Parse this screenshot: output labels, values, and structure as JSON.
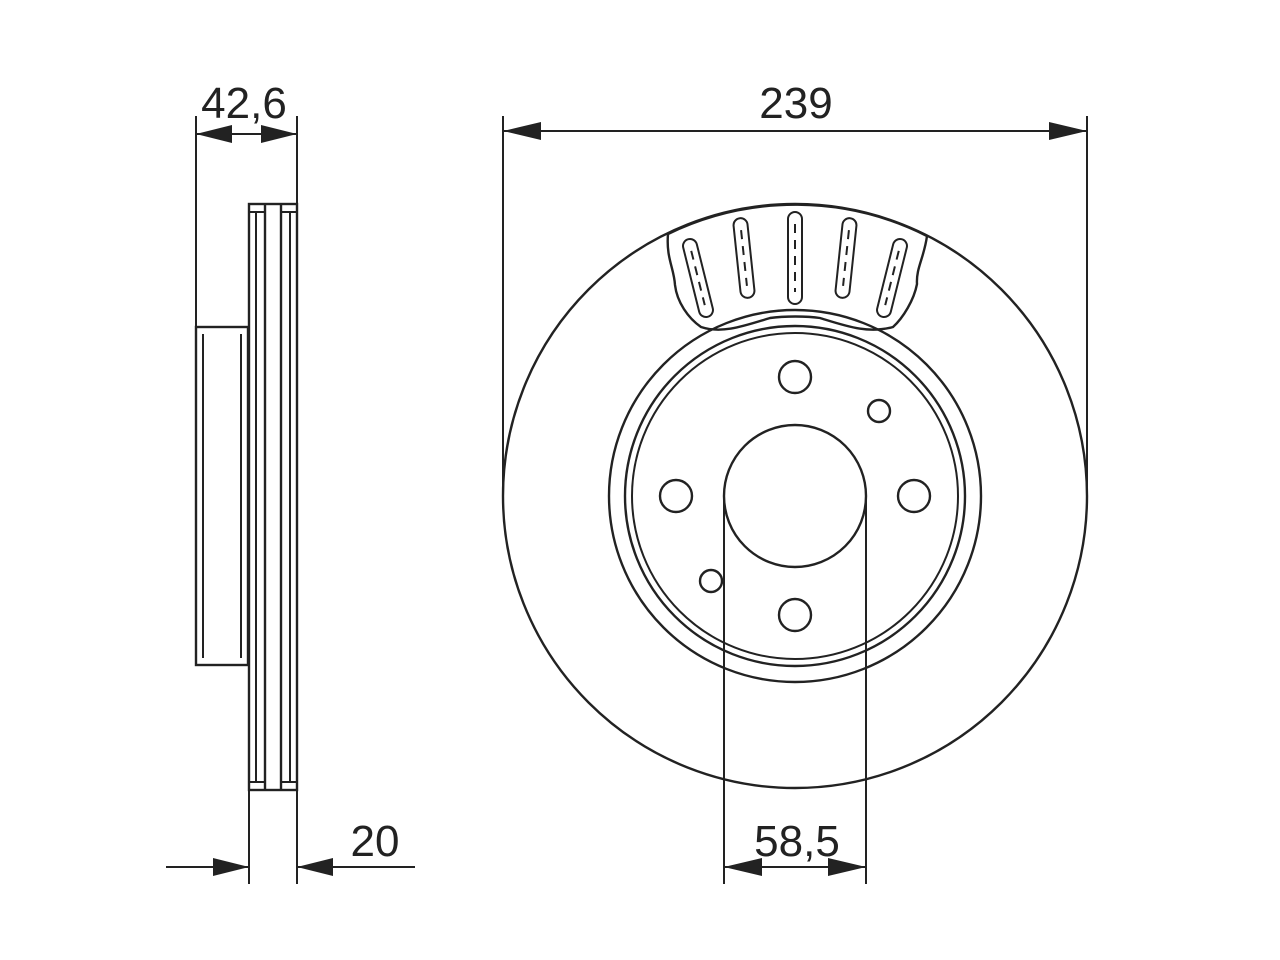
{
  "dimensions": {
    "overall_thickness": "42,6",
    "disc_thickness": "20",
    "outer_diameter": "239",
    "center_bore": "58,5"
  },
  "colors": {
    "line": "#222222",
    "background": "#ffffff"
  }
}
